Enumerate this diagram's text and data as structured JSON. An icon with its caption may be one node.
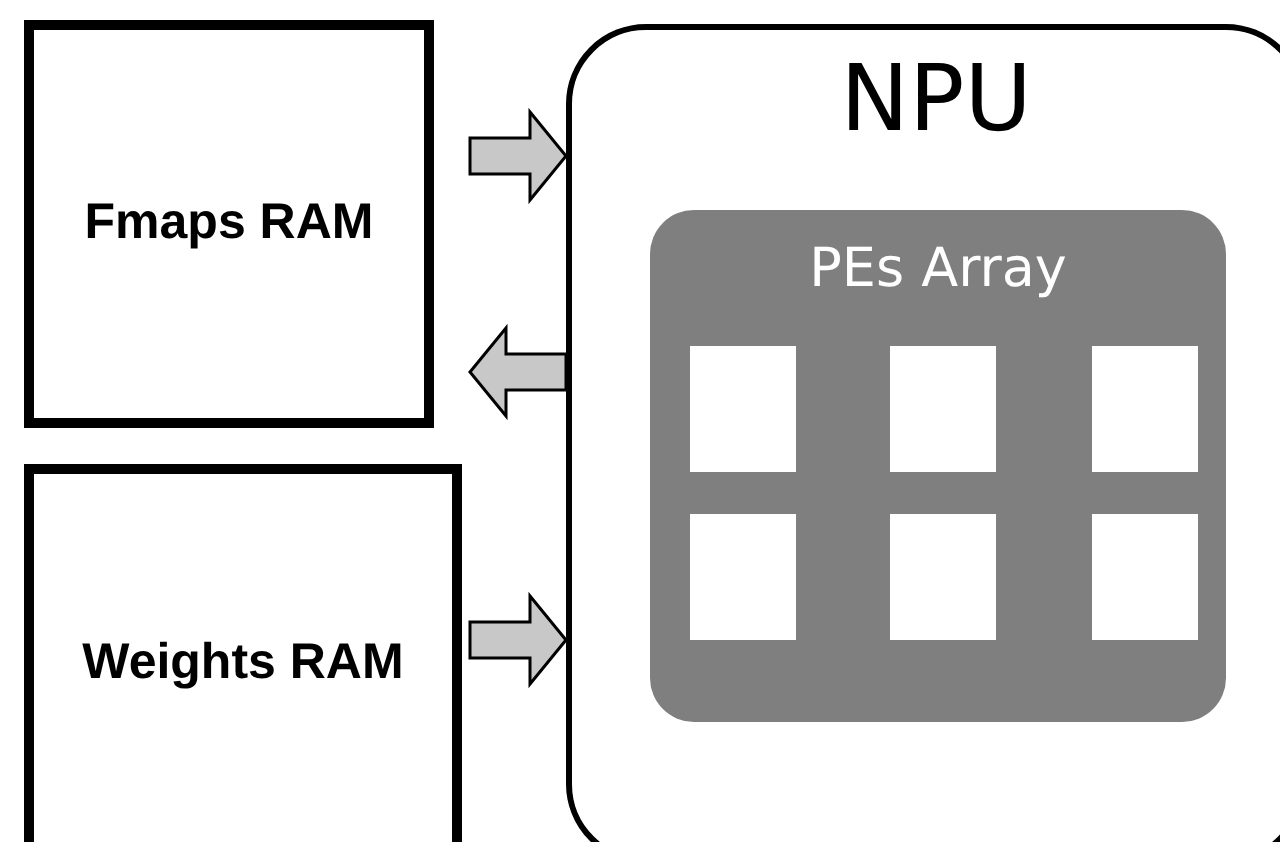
{
  "diagram": {
    "nodes": [
      {
        "text": [
          "Fmaps RAM"
        ]
      },
      {
        "text": [
          "Weights RAM"
        ]
      },
      {
        "text": [
          "NPU"
        ]
      },
      {
        "text": [
          "PEs Array"
        ],
        "in": 2
      },
      {
        "text": [],
        "shape": "box",
        "in": 3
      },
      {
        "text": [],
        "shape": "box",
        "in": 3
      },
      {
        "text": [],
        "shape": "box",
        "in": 3
      },
      {
        "text": [],
        "shape": "box",
        "in": 3
      },
      {
        "text": [],
        "shape": "box",
        "in": 3
      },
      {
        "text": [],
        "shape": "box",
        "in": 3
      }
    ],
    "edges": [
      {
        "from": 0,
        "to": 2,
        "arrow": "to"
      },
      {
        "from": 2,
        "to": 0,
        "arrow": "to"
      },
      {
        "from": 1,
        "to": 2,
        "arrow": "to"
      }
    ]
  }
}
